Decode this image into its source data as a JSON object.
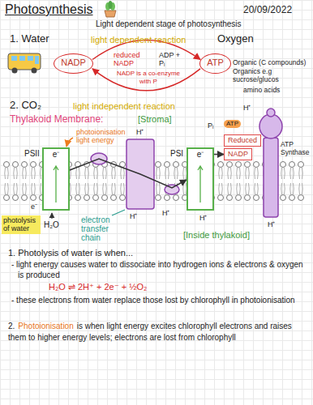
{
  "diagram": {
    "title": "Photosynthesis",
    "nodes": [
      {
        "text": [
          "NADP"
        ]
      },
      {
        "text": [
          "ATP"
        ]
      },
      {
        "text": [
          "PSII",
          "e⁻"
        ]
      },
      {
        "text": [
          "PSI",
          "e⁻"
        ]
      },
      {
        "text": [
          "Reduced"
        ]
      },
      {
        "text": [
          "NADP"
        ]
      }
    ],
    "edges": [
      {
        "from": 0,
        "to": 1,
        "arrow": "to"
      },
      {
        "from": 1,
        "to": 0,
        "arrow": "to"
      },
      {
        "from": 2,
        "to": 3,
        "arrow": "to"
      },
      {
        "from": 3,
        "to": 5,
        "arrow": "to"
      }
    ],
    "labels": [
      "20/09/2022",
      "Light dependent stage of photosynthesis",
      "1. Water",
      "light dependent reaction",
      "Oxygen",
      "reduced NADP",
      "ADP + Pᵢ",
      "NADP is a co-enzyme with P",
      "Organic (C compounds)",
      "Organics e.g sucrose/glucos",
      "amino acids",
      "2. CO₂",
      "light independent reaction",
      "Thylakoid Membrane:",
      "[Stroma]",
      "photoionisation light energy",
      "H⁺",
      "Pᵢ",
      "H⁺",
      "ATP",
      "ATP Synthase",
      "electron transfer chain",
      "photolysis of water",
      "H₂O",
      "e⁻",
      "H⁺",
      "H⁺",
      "H⁺",
      "H⁺",
      "[Inside thylakoid]",
      "1. Photolysis of water is when...",
      "- light energy causes water to dissociate into hydrogen ions & electrons & oxygen is produced",
      "H₂O ⇌ 2H⁺ + 2e⁻ + ½O₂",
      "- these electrons from water replace those lost by chlorophyll in photoionisation",
      "2.",
      "Photoionisation",
      "is when light energy excites chlorophyll electrons and raises them to higher energy levels; electrons are lost from chlorophyll"
    ]
  }
}
